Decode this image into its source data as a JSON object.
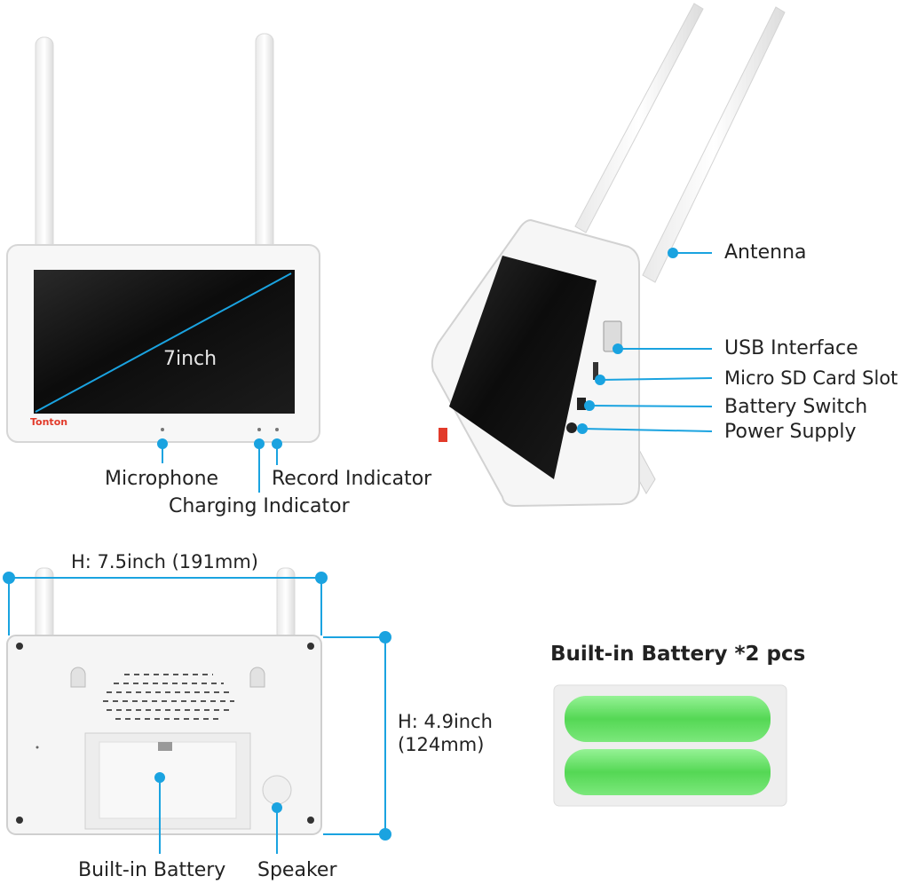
{
  "front_view": {
    "screen_size_label": "7inch",
    "brand_logo": "Tonton",
    "labels": {
      "microphone": "Microphone",
      "charging_indicator": "Charging Indicator",
      "record_indicator": "Record Indicator"
    }
  },
  "side_view": {
    "labels": {
      "antenna": "Antenna",
      "usb_interface": "USB Interface",
      "micro_sd_card_slot": "Micro SD Card Slot",
      "battery_switch": "Battery Switch",
      "power_supply": "Power Supply"
    }
  },
  "back_view": {
    "width_label": "H: 7.5inch (191mm)",
    "height_label_line1": "H: 4.9inch",
    "height_label_line2": "(124mm)",
    "labels": {
      "built_in_battery": "Built-in Battery",
      "speaker": "Speaker"
    }
  },
  "battery_section": {
    "title": "Built-in Battery *2 pcs"
  },
  "colors": {
    "callout_blue": "#1aa3e0",
    "battery_green": "#3ed43e",
    "screen_black": "#111111",
    "device_white": "#f7f7f7",
    "logo_red": "#e23a2a"
  }
}
